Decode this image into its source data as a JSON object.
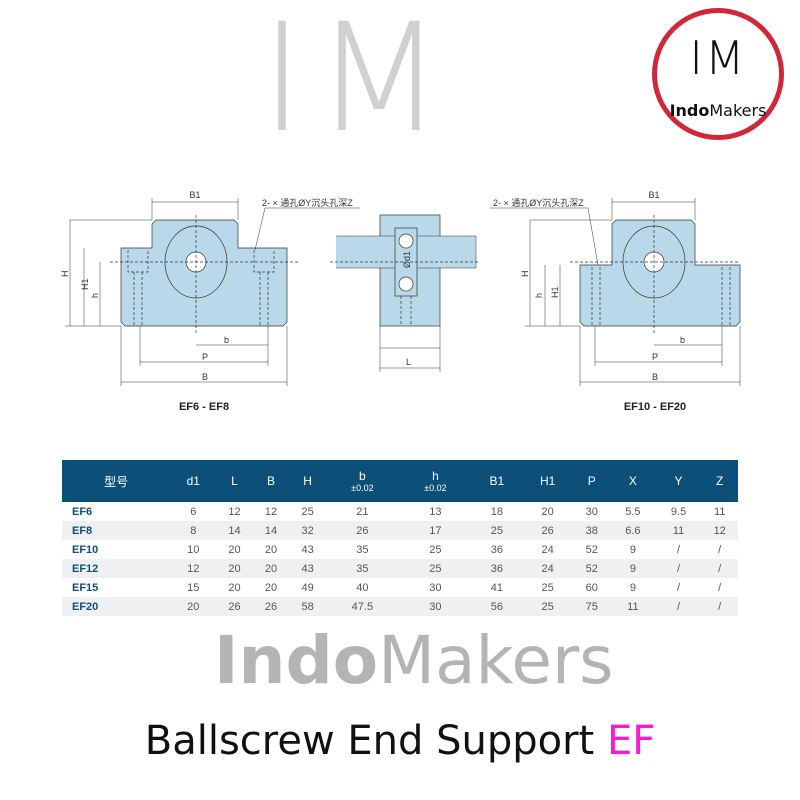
{
  "logo": {
    "mark": "IM",
    "name_bold": "Indo",
    "name_rest": "Makers"
  },
  "diagram": {
    "left": {
      "caption": "EF6 - EF8",
      "note": "2- × 通孔ØY沉头孔深Z",
      "B1": "B1",
      "H": "H",
      "H1": "H1",
      "h": "h",
      "b": "b",
      "P": "P",
      "B": "B"
    },
    "center": {
      "d1": "Ød1",
      "L": "L"
    },
    "right": {
      "caption": "EF10 - EF20",
      "note": "2- × 通孔ØY沉头孔深Z",
      "B1": "B1",
      "H": "H",
      "H1": "H1",
      "h": "h",
      "b": "b",
      "P": "P",
      "B": "B"
    }
  },
  "table": {
    "headers": [
      {
        "main": "型号",
        "sub": ""
      },
      {
        "main": "d1",
        "sub": ""
      },
      {
        "main": "L",
        "sub": ""
      },
      {
        "main": "B",
        "sub": ""
      },
      {
        "main": "H",
        "sub": ""
      },
      {
        "main": "b",
        "sub": "±0.02"
      },
      {
        "main": "h",
        "sub": "±0.02"
      },
      {
        "main": "B1",
        "sub": ""
      },
      {
        "main": "H1",
        "sub": ""
      },
      {
        "main": "P",
        "sub": ""
      },
      {
        "main": "X",
        "sub": ""
      },
      {
        "main": "Y",
        "sub": ""
      },
      {
        "main": "Z",
        "sub": ""
      }
    ],
    "rows": [
      [
        "EF6",
        "6",
        "12",
        "12",
        "25",
        "21",
        "13",
        "18",
        "20",
        "30",
        "5.5",
        "9.5",
        "11"
      ],
      [
        "EF8",
        "8",
        "14",
        "14",
        "32",
        "26",
        "17",
        "25",
        "26",
        "38",
        "6.6",
        "11",
        "12"
      ],
      [
        "EF10",
        "10",
        "20",
        "20",
        "43",
        "35",
        "25",
        "36",
        "24",
        "52",
        "9",
        "/",
        "/"
      ],
      [
        "EF12",
        "12",
        "20",
        "20",
        "43",
        "35",
        "25",
        "36",
        "24",
        "52",
        "9",
        "/",
        "/"
      ],
      [
        "EF15",
        "15",
        "20",
        "20",
        "49",
        "40",
        "30",
        "41",
        "25",
        "60",
        "9",
        "/",
        "/"
      ],
      [
        "EF20",
        "20",
        "26",
        "26",
        "58",
        "47.5",
        "30",
        "56",
        "25",
        "75",
        "11",
        "/",
        "/"
      ]
    ]
  },
  "watermark": {
    "mark": "IM",
    "bold": "Indo",
    "rest": "Makers"
  },
  "title": {
    "main": "Ballscrew End Support ",
    "accent": "EF"
  },
  "colors": {
    "accent": "#ff17d6",
    "header": "#0c4f79",
    "part": "#b9d9ea",
    "logo_ring": "#d0283a"
  }
}
